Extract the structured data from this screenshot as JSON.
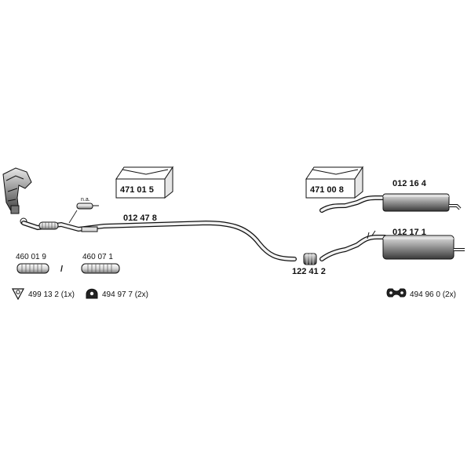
{
  "parts": {
    "catalyst_note": "n.a.",
    "front_pipe": "012 47 8",
    "box_left": "471 01 5",
    "box_right": "471 00 8",
    "connector": "122 41 2",
    "rear_muffler_top": "012 16 4",
    "rear_muffler_bottom": "012 17 1",
    "flex_a": "460 01 9",
    "flex_b": "460 07 1",
    "separator": "/",
    "gasket": "499 13 2 (1x)",
    "hanger": "494 97 7 (2x)",
    "rubber_mount": "494 96 0 (2x)"
  }
}
